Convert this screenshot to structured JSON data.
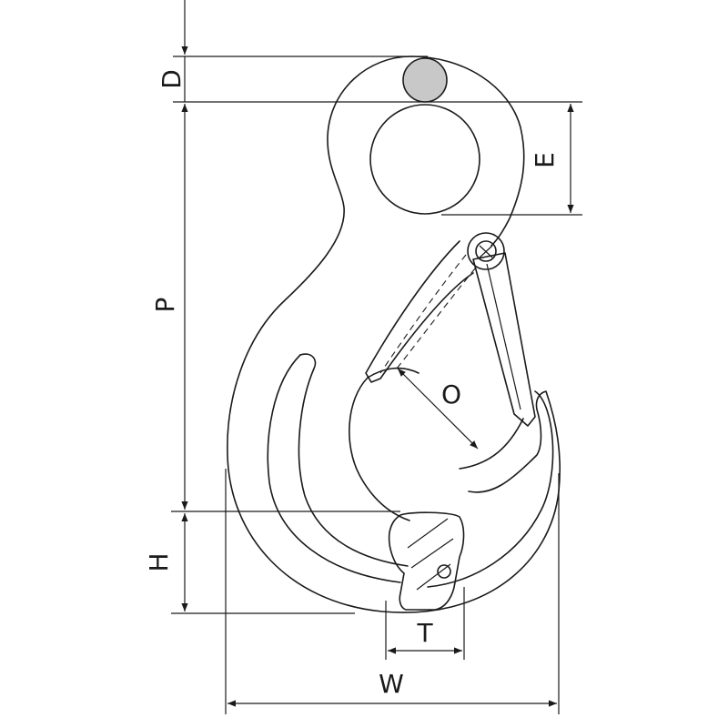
{
  "labels": {
    "D": "D",
    "E": "E",
    "P": "P",
    "O": "O",
    "H": "H",
    "T": "T",
    "W": "W"
  },
  "colors": {
    "line": "#1a1a1a",
    "pin_fill": "#c8c8c8",
    "background": "#ffffff"
  }
}
